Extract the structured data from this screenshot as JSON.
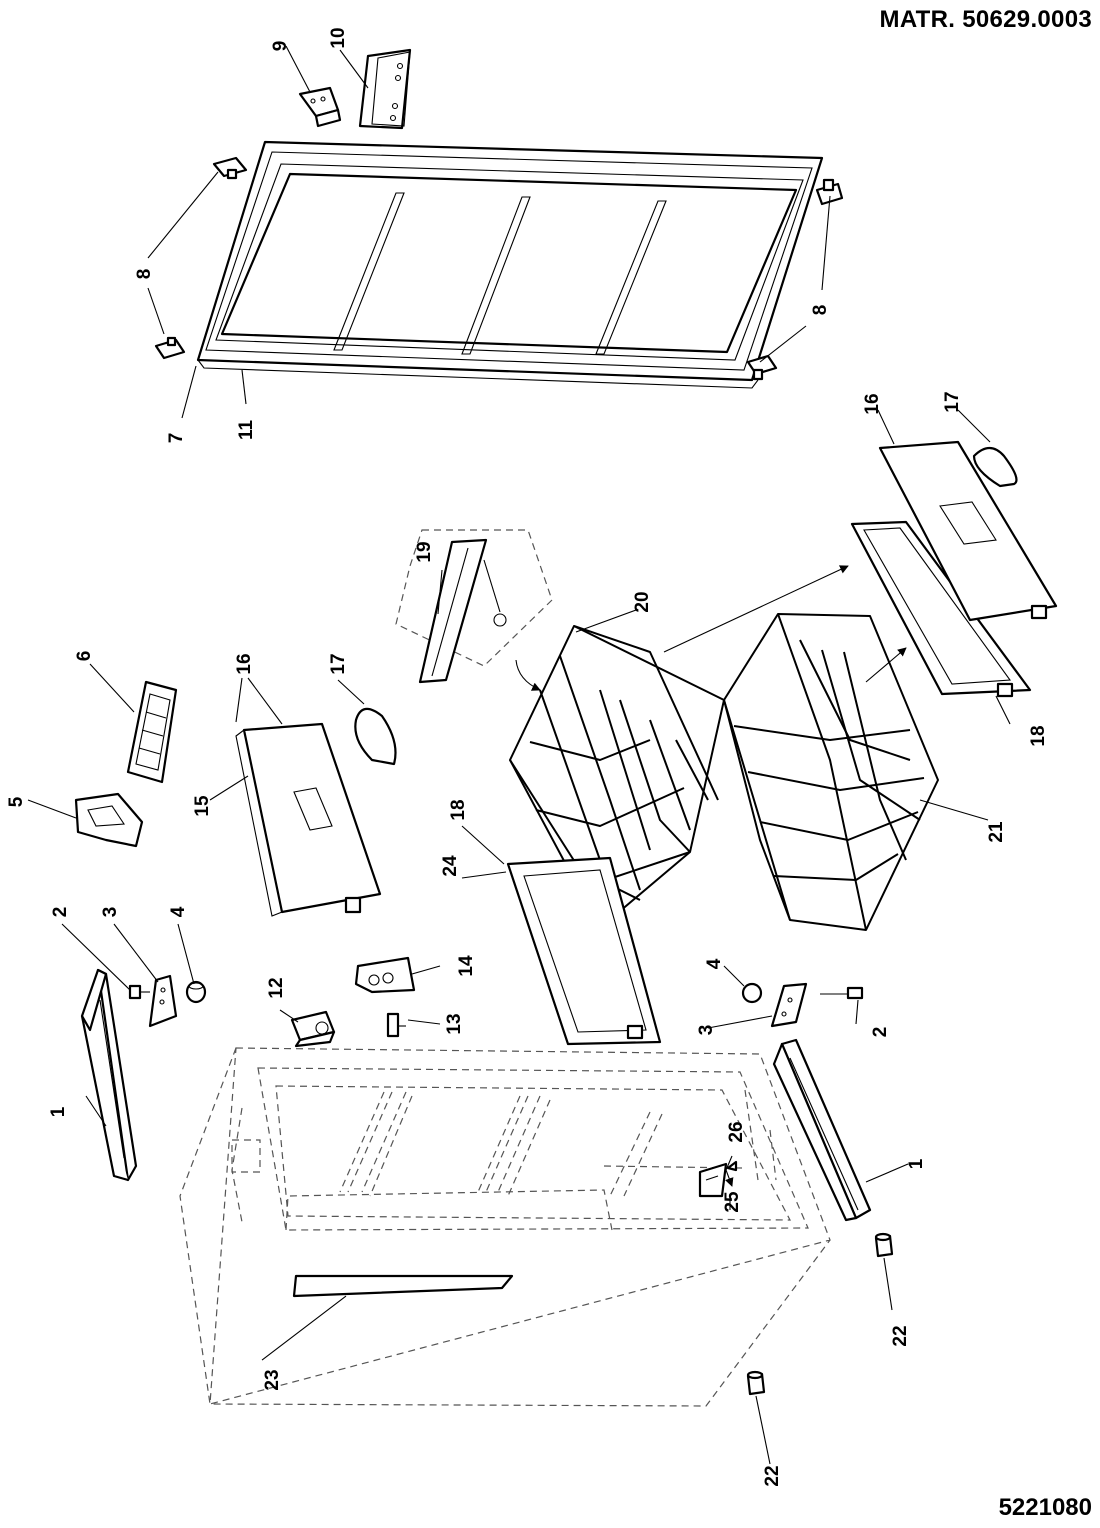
{
  "header": {
    "title": "MATR. 50629.0003"
  },
  "footer": {
    "code": "5221080"
  },
  "callouts": {
    "c1": "1",
    "c2": "2",
    "c3": "3",
    "c4": "4",
    "c5": "5",
    "c6": "6",
    "c7": "7",
    "c8": "8",
    "c9": "9",
    "c10": "10",
    "c11": "11",
    "c12": "12",
    "c13": "13",
    "c14": "14",
    "c15": "15",
    "c16": "16",
    "c17": "17",
    "c18": "18",
    "c19": "19",
    "c20": "20",
    "c21": "21",
    "c22": "22",
    "c23": "23",
    "c24": "24",
    "c25": "25",
    "c26": "26"
  },
  "colors": {
    "ink": "#000000",
    "paper": "#ffffff",
    "ghost": "#555555"
  }
}
